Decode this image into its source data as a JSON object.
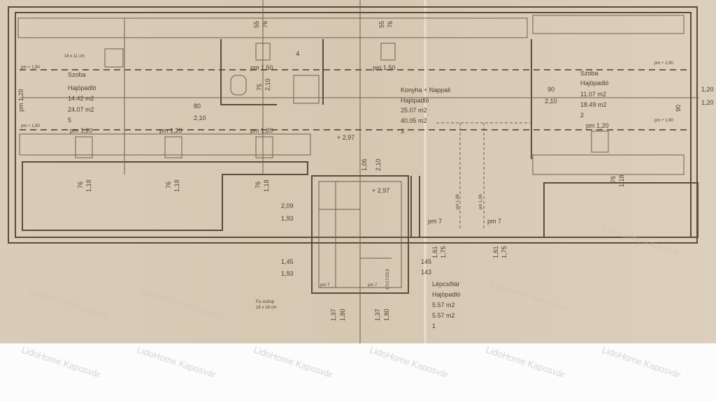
{
  "rooms": [
    {
      "name": "Szoba",
      "floor": "Hajópadló",
      "area1": "14.42 m2",
      "area2": "24.07 m2",
      "num": "5"
    },
    {
      "name": "Konyha + Nappali",
      "floor": "Hajópadló",
      "area1": "25.07 m2",
      "area2": "40.05 m2",
      "num": "3"
    },
    {
      "name": "Szoba",
      "floor": "Hajópadló",
      "area1": "11.07 m2",
      "area2": "18.49 m2",
      "num": "2"
    },
    {
      "name": "Lépcsőtár",
      "floor": "Hajópadló",
      "area1": "5.57 m2",
      "area2": "5.57 m2",
      "num": "1"
    },
    {
      "name": "",
      "floor": "",
      "area1": "",
      "area2": "",
      "num": "4"
    }
  ],
  "labels": {
    "chimney": "18 x 11 cm",
    "pm190": "pm + 1,90",
    "pm150": "pm 1,50",
    "pm120": "pm 1,20",
    "pm7": "pm 7",
    "pm196": "pm 1,96",
    "d55": "55",
    "d76": "76",
    "d80": "80",
    "d90": "90",
    "d75": "75",
    "d210": "2,10",
    "d118": "1,18",
    "d120": "1,20",
    "lvl297": "+ 2,97",
    "d106": "1,06",
    "d209": "2,09",
    "d193": "1,93",
    "d145": "1,45",
    "d161": "1,61",
    "d175": "1,75",
    "d145b": "145",
    "d143": "143",
    "d137": "1,37",
    "d180": "1,80",
    "stair": "17x17/23,5",
    "column1": "Fa oszlop",
    "column2": "18 x 18 cm"
  },
  "watermark": "LidoHome Kaposvár"
}
